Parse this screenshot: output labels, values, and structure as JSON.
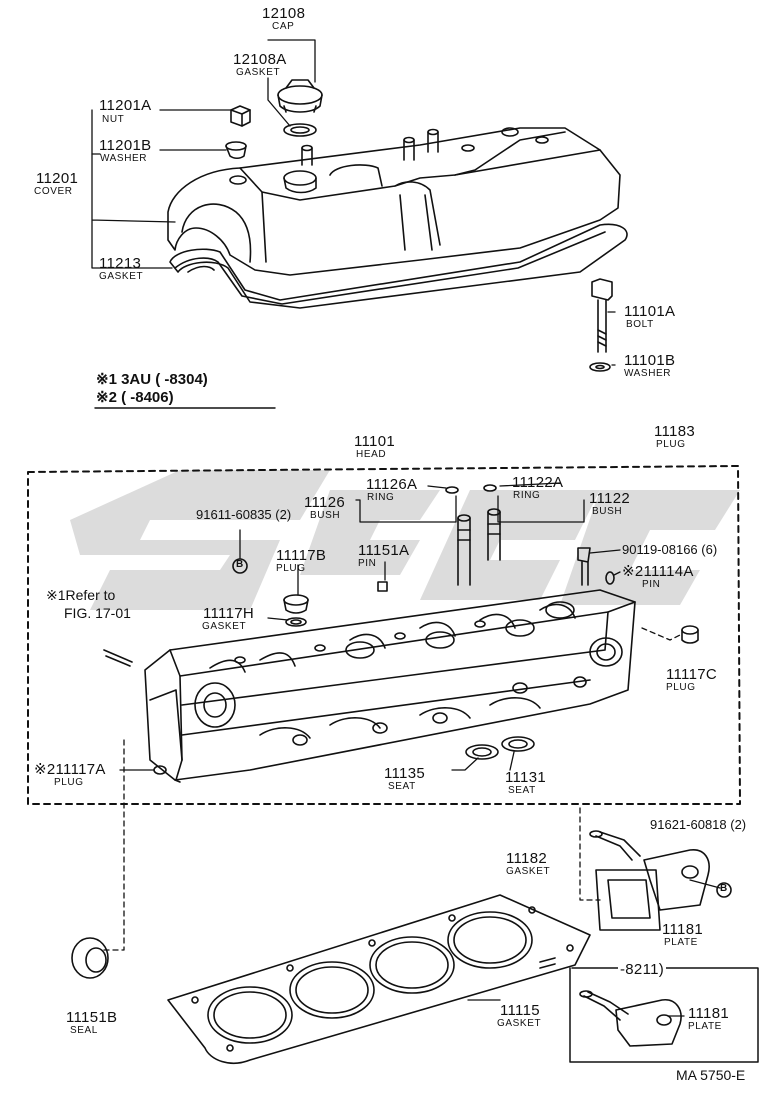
{
  "diagram": {
    "figure_code": "MA 5750-E",
    "notes": {
      "note1": "※1 3AU (      -8304)",
      "note2": "※2 (      -8406)",
      "refer": "※1Refer to",
      "fig": "FIG. 17-01",
      "date_range": "-8211)"
    },
    "parts": [
      {
        "id": "p12108",
        "number": "12108",
        "name": "CAP"
      },
      {
        "id": "p12108A",
        "number": "12108A",
        "name": "GASKET"
      },
      {
        "id": "p11201A",
        "number": "11201A",
        "name": "NUT"
      },
      {
        "id": "p11201B",
        "number": "11201B",
        "name": "WASHER"
      },
      {
        "id": "p11201",
        "number": "11201",
        "name": "COVER"
      },
      {
        "id": "p11213",
        "number": "11213",
        "name": "GASKET"
      },
      {
        "id": "p11101A",
        "number": "11101A",
        "name": "BOLT"
      },
      {
        "id": "p11101B",
        "number": "11101B",
        "name": "WASHER"
      },
      {
        "id": "p11101",
        "number": "11101",
        "name": "HEAD"
      },
      {
        "id": "p11183",
        "number": "11183",
        "name": "PLUG"
      },
      {
        "id": "p11126A",
        "number": "11126A",
        "name": "RING"
      },
      {
        "id": "p11122A",
        "number": "11122A",
        "name": "RING"
      },
      {
        "id": "p11126",
        "number": "11126",
        "name": "BUSH"
      },
      {
        "id": "p11122",
        "number": "11122",
        "name": "BUSH"
      },
      {
        "id": "p91611",
        "number": "91611-60835 (2)",
        "name": ""
      },
      {
        "id": "p90119",
        "number": "90119-08166 (6)",
        "name": ""
      },
      {
        "id": "p11151A",
        "number": "11151A",
        "name": "PIN"
      },
      {
        "id": "p11117B",
        "number": "11117B",
        "name": "PLUG"
      },
      {
        "id": "p11114A",
        "number": "※211114A",
        "name": "PIN"
      },
      {
        "id": "p11117H",
        "number": "11117H",
        "name": "GASKET"
      },
      {
        "id": "p11117C",
        "number": "11117C",
        "name": "PLUG"
      },
      {
        "id": "p11117A",
        "number": "※211117A",
        "name": "PLUG"
      },
      {
        "id": "p11135",
        "number": "11135",
        "name": "SEAT"
      },
      {
        "id": "p11131",
        "number": "11131",
        "name": "SEAT"
      },
      {
        "id": "p91621",
        "number": "91621-60818 (2)",
        "name": ""
      },
      {
        "id": "p11182",
        "number": "11182",
        "name": "GASKET"
      },
      {
        "id": "p11181",
        "number": "11181",
        "name": "PLATE"
      },
      {
        "id": "p11151B",
        "number": "11151B",
        "name": "SEAL"
      },
      {
        "id": "p11115",
        "number": "11115",
        "name": "GASKET"
      },
      {
        "id": "p11181b",
        "number": "11181",
        "name": "PLATE"
      }
    ],
    "circle_marks": [
      "B",
      "B"
    ]
  }
}
